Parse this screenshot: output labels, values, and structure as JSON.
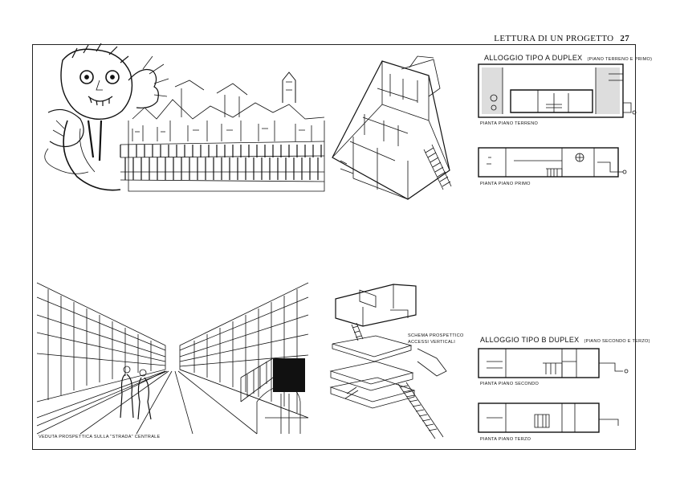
{
  "header": {
    "running_title": "LETTURA DI UN PROGETTO",
    "page_number": "27"
  },
  "plan_a": {
    "title": "ALLOGGIO TIPO A DUPLEX",
    "subtitle": "(PIANO TERRENO E PRIMO)",
    "ground_caption": "PIANTA PIANO TERRENO",
    "first_caption": "PIANTA PIANO PRIMO"
  },
  "plan_b": {
    "title": "ALLOGGIO TIPO B DUPLEX",
    "subtitle": "(PIANO SECONDO E TERZO)",
    "second_caption": "PIANTA PIANO SECONDO",
    "third_caption": "PIANTA PIANO TERZO"
  },
  "schema_caption": [
    "SCHEMA PROSPETTICO",
    "ACCESSI VERTICALI"
  ],
  "street_caption": "VEDUTA PROSPETTICA SULLA \"STRADA\" CENTRALE"
}
